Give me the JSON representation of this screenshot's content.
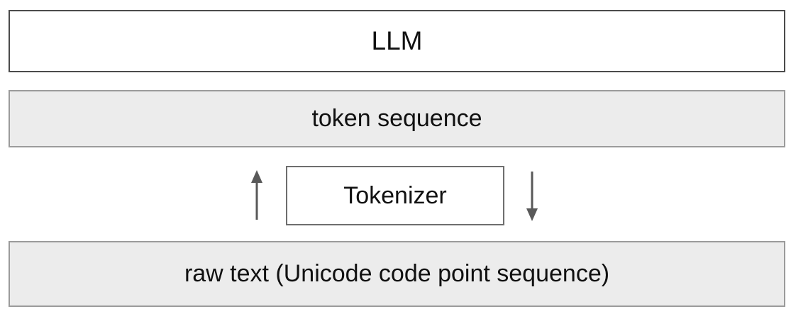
{
  "diagram": {
    "boxes": {
      "llm": {
        "label": "LLM"
      },
      "token_sequence": {
        "label": "token sequence"
      },
      "tokenizer": {
        "label": "Tokenizer"
      },
      "raw_text": {
        "label": "raw text (Unicode code point sequence)"
      }
    },
    "icons": {
      "up_arrow": "up-arrow-icon",
      "down_arrow": "down-arrow-icon"
    },
    "colors": {
      "white_box_bg": "#ffffff",
      "gray_box_bg": "#ececec",
      "dark_border": "#4b4b4b",
      "gray_border": "#9b9b9b",
      "arrow": "#595959",
      "text": "#111111"
    }
  }
}
